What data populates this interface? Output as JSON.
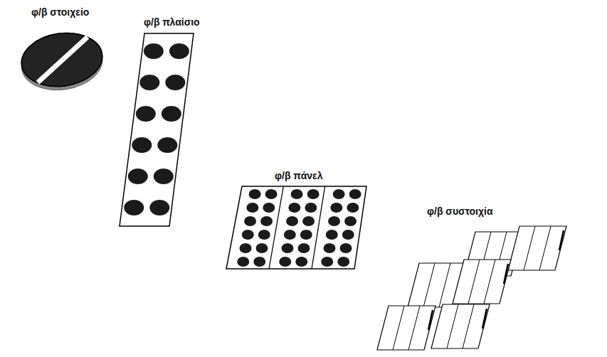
{
  "diagram": {
    "labels": [
      "φ/β στοιχείο",
      "φ/β πλαίσιο",
      "φ/β πάνελ",
      "φ/β συστοιχία"
    ]
  }
}
